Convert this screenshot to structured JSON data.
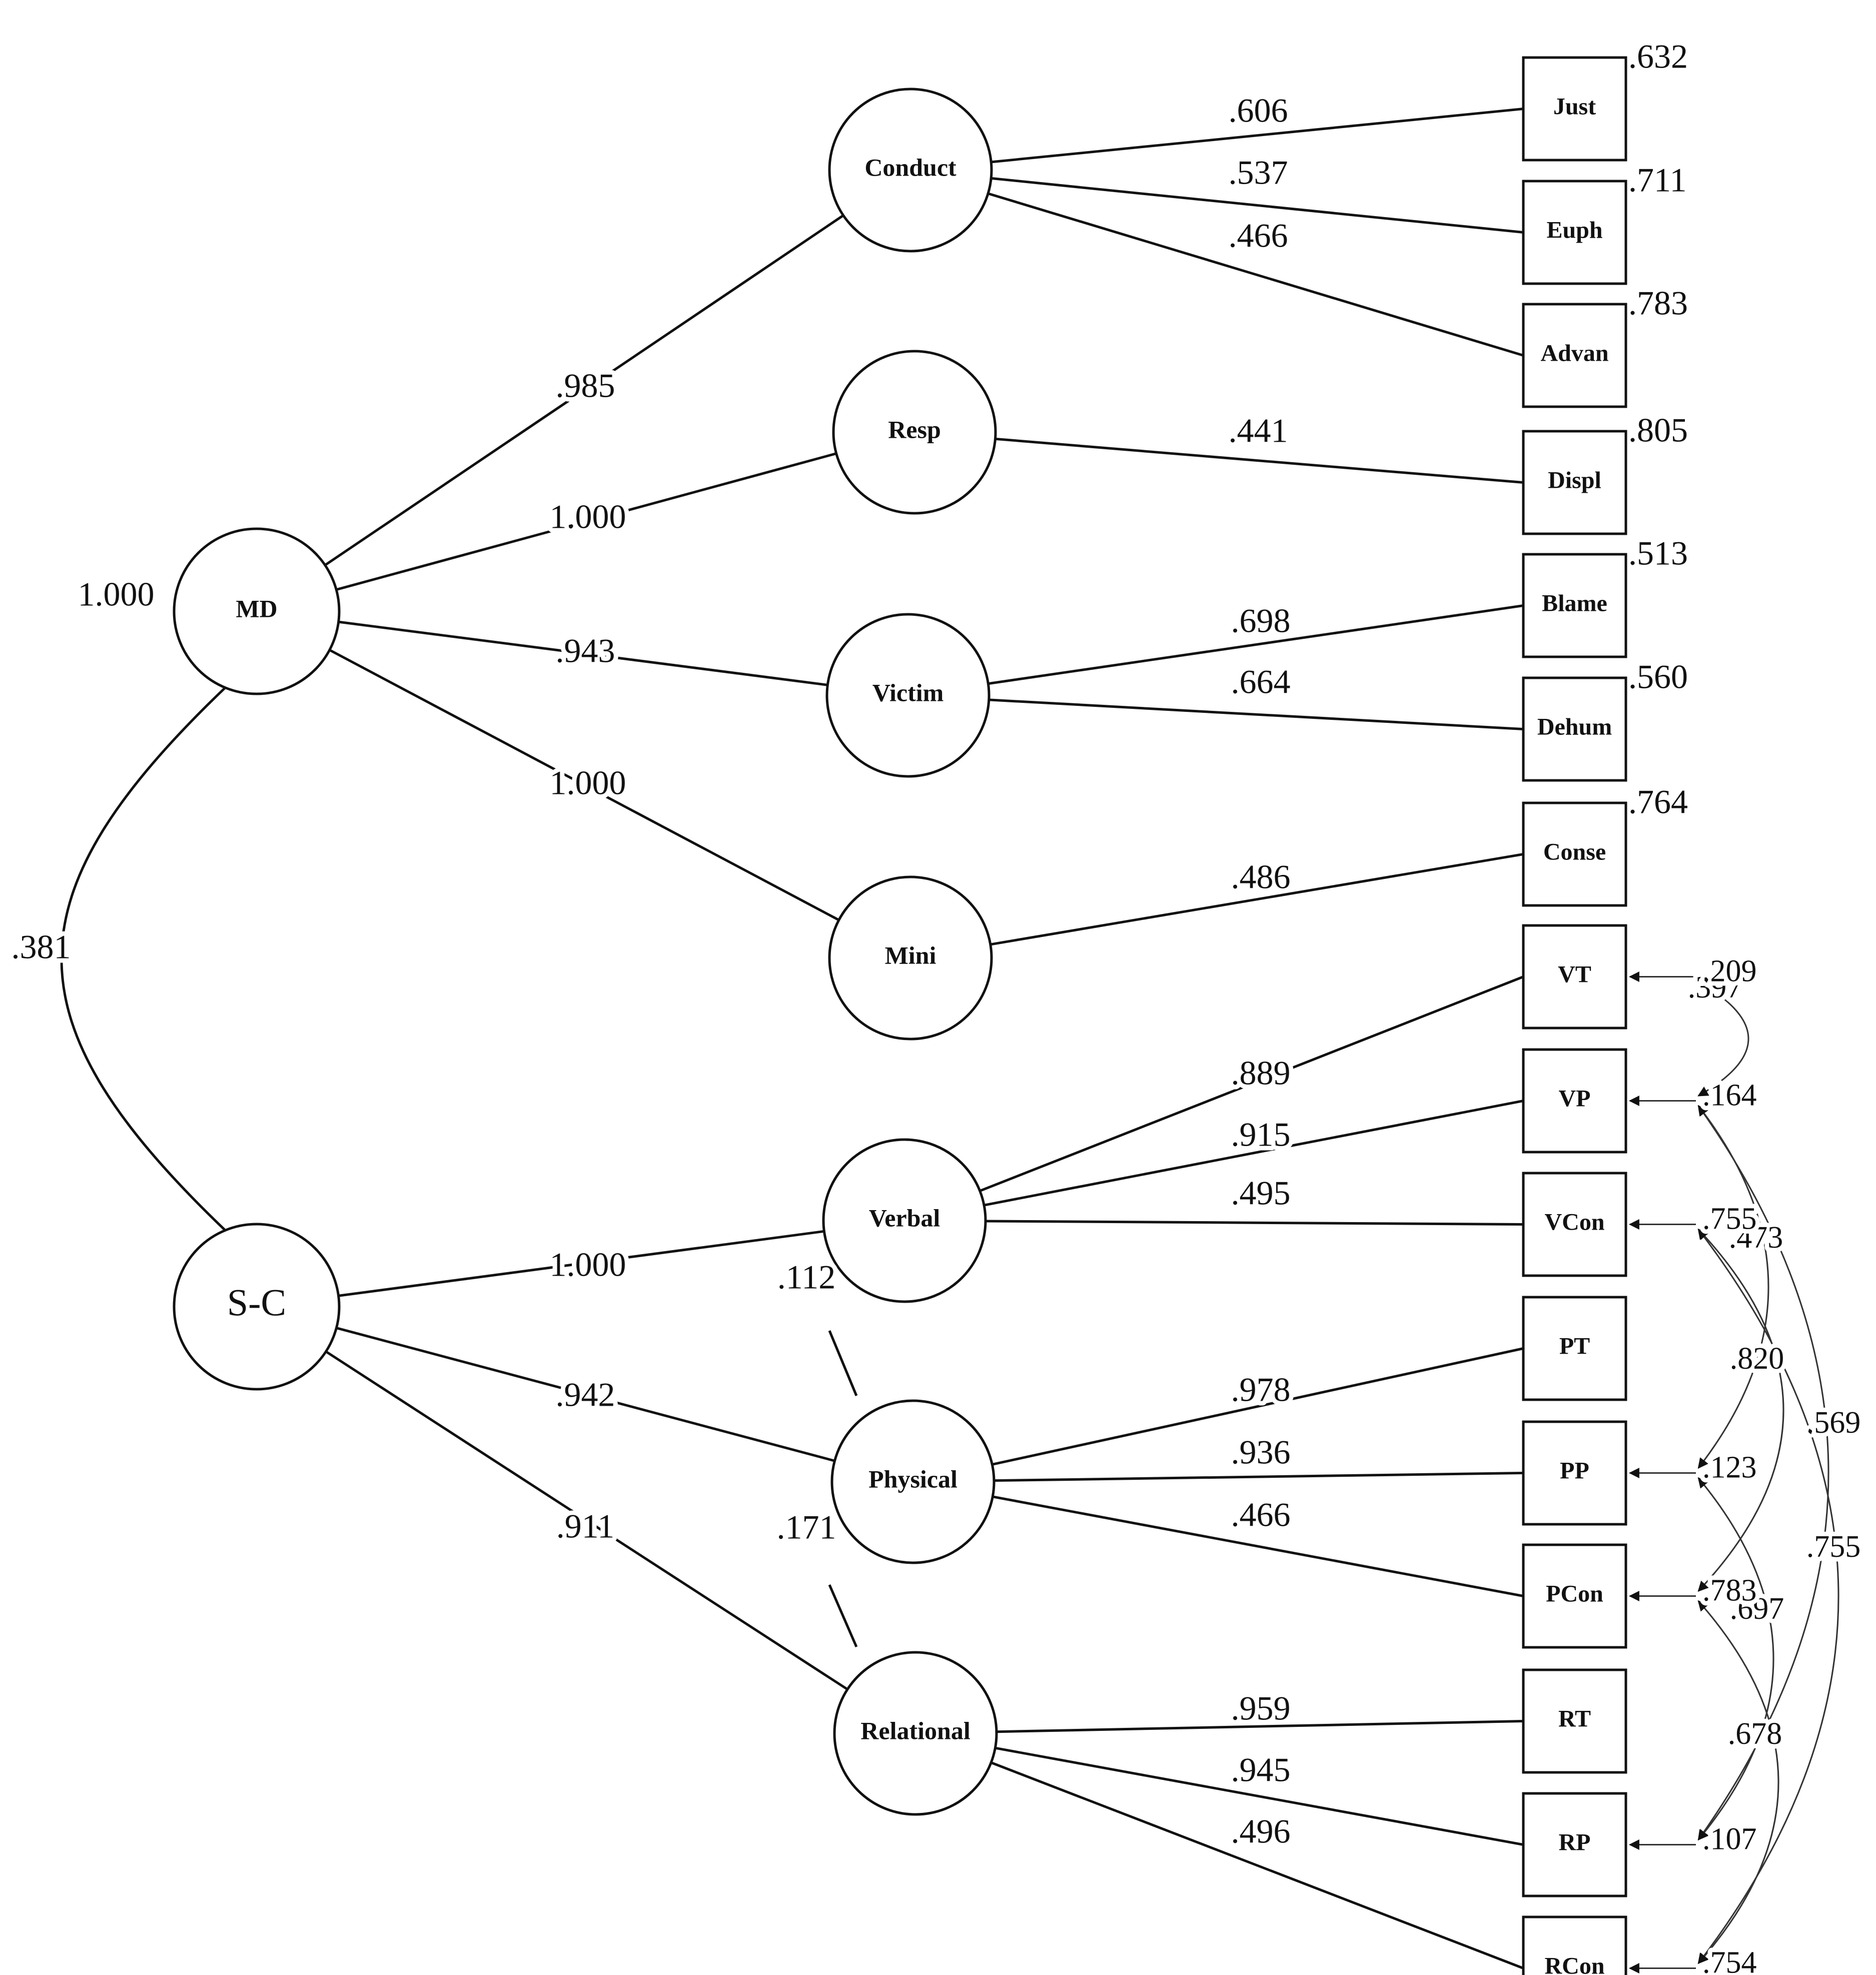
{
  "higher_factors": [
    {
      "id": "MD",
      "label": "MD"
    },
    {
      "id": "SC",
      "label": "S-C"
    }
  ],
  "first_order_factors": [
    {
      "id": "Conduct",
      "label": "Conduct",
      "parent": "MD"
    },
    {
      "id": "Resp",
      "label": "Resp",
      "parent": "MD"
    },
    {
      "id": "Victim",
      "label": "Victim",
      "parent": "MD"
    },
    {
      "id": "Mini",
      "label": "Mini",
      "parent": "MD"
    },
    {
      "id": "Verbal",
      "label": "Verbal",
      "parent": "SC"
    },
    {
      "id": "Physical",
      "label": "Physical",
      "parent": "SC"
    },
    {
      "id": "Relational",
      "label": "Relational",
      "parent": "SC"
    }
  ],
  "indicators": [
    {
      "id": "Just",
      "label": "Just",
      "factor": "Conduct",
      "loading": ".606",
      "residual": ".632"
    },
    {
      "id": "Euph",
      "label": "Euph",
      "factor": "Conduct",
      "loading": ".537",
      "residual": ".711"
    },
    {
      "id": "Advan",
      "label": "Advan",
      "factor": "Conduct",
      "loading": ".466",
      "residual": ".783"
    },
    {
      "id": "Displ",
      "label": "Displ",
      "factor": "Resp",
      "loading": ".441",
      "residual": ".805"
    },
    {
      "id": "Blame",
      "label": "Blame",
      "factor": "Victim",
      "loading": ".698",
      "residual": ".513"
    },
    {
      "id": "Dehum",
      "label": "Dehum",
      "factor": "Victim",
      "loading": ".664",
      "residual": ".560"
    },
    {
      "id": "Conse",
      "label": "Conse",
      "factor": "Mini",
      "loading": ".486",
      "residual": ".764"
    },
    {
      "id": "VT",
      "label": "VT",
      "factor": "Verbal",
      "loading": ".889",
      "residual": ".209"
    },
    {
      "id": "VP",
      "label": "VP",
      "factor": "Verbal",
      "loading": ".915",
      "residual": ".164"
    },
    {
      "id": "VCon",
      "label": "VCon",
      "factor": "Verbal",
      "loading": ".495",
      "residual": ".755"
    },
    {
      "id": "PT",
      "label": "PT",
      "factor": "Physical",
      "loading": ".978",
      "residual": ""
    },
    {
      "id": "PP",
      "label": "PP",
      "factor": "Physical",
      "loading": ".936",
      "residual": ".123"
    },
    {
      "id": "PCon",
      "label": "PCon",
      "factor": "Physical",
      "loading": ".466",
      "residual": ".783"
    },
    {
      "id": "RT",
      "label": "RT",
      "factor": "Relational",
      "loading": ".959",
      "residual": ""
    },
    {
      "id": "RP",
      "label": "RP",
      "factor": "Relational",
      "loading": ".945",
      "residual": ".107"
    },
    {
      "id": "RCon",
      "label": "RCon",
      "factor": "Relational",
      "loading": ".496",
      "residual": ".754"
    }
  ],
  "second_order_loadings": [
    {
      "from": "MD",
      "to": "Conduct",
      "value": ".985"
    },
    {
      "from": "MD",
      "to": "Resp",
      "value": "1.000"
    },
    {
      "from": "MD",
      "to": "Victim",
      "value": ".943"
    },
    {
      "from": "MD",
      "to": "Mini",
      "value": "1.000"
    },
    {
      "from": "SC",
      "to": "Verbal",
      "value": "1.000"
    },
    {
      "from": "SC",
      "to": "Physical",
      "value": ".942"
    },
    {
      "from": "SC",
      "to": "Relational",
      "value": ".911"
    }
  ],
  "factor_correlation": {
    "value": ".381",
    "md_end_value": "1.000"
  },
  "first_order_correlations": [
    {
      "between": [
        "Verbal",
        "Physical"
      ],
      "value": ".112"
    },
    {
      "between": [
        "Physical",
        "Relational"
      ],
      "value": ".171"
    }
  ],
  "residual_covariances": [
    {
      "between": [
        "VT",
        "VP"
      ],
      "value": ".397"
    },
    {
      "between": [
        "VP",
        "PP"
      ],
      "value": ".473"
    },
    {
      "between": [
        "VCon",
        "PCon"
      ],
      "value": ".820"
    },
    {
      "between": [
        "VP",
        "RP"
      ],
      "value": ".569"
    },
    {
      "between": [
        "VCon",
        "RCon"
      ],
      "value": ".755"
    },
    {
      "between": [
        "PP",
        "RP"
      ],
      "value": ".697"
    },
    {
      "between": [
        "PCon",
        "RCon"
      ],
      "value": ".678"
    }
  ]
}
